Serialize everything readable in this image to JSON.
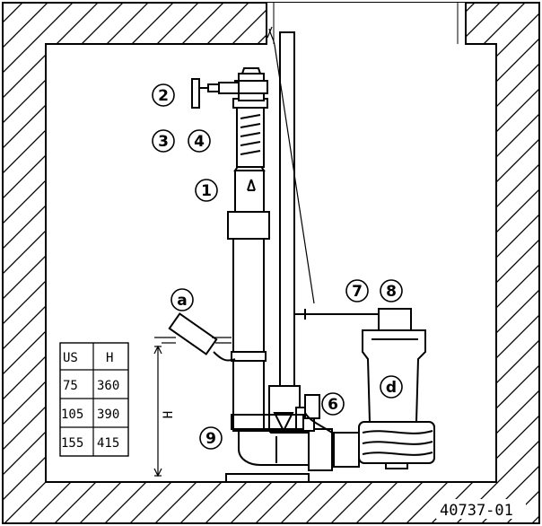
{
  "callouts": {
    "n1": "1",
    "n2": "2",
    "n3": "3",
    "n4": "4",
    "n6": "6",
    "n7": "7",
    "n8": "8",
    "n9": "9",
    "a": "a",
    "d": "d"
  },
  "height_label": "H",
  "table": {
    "headers": [
      "US",
      "H"
    ],
    "rows": [
      [
        "75",
        "360"
      ],
      [
        "105",
        "390"
      ],
      [
        "155",
        "415"
      ]
    ]
  },
  "figure_ref": "40737-01"
}
